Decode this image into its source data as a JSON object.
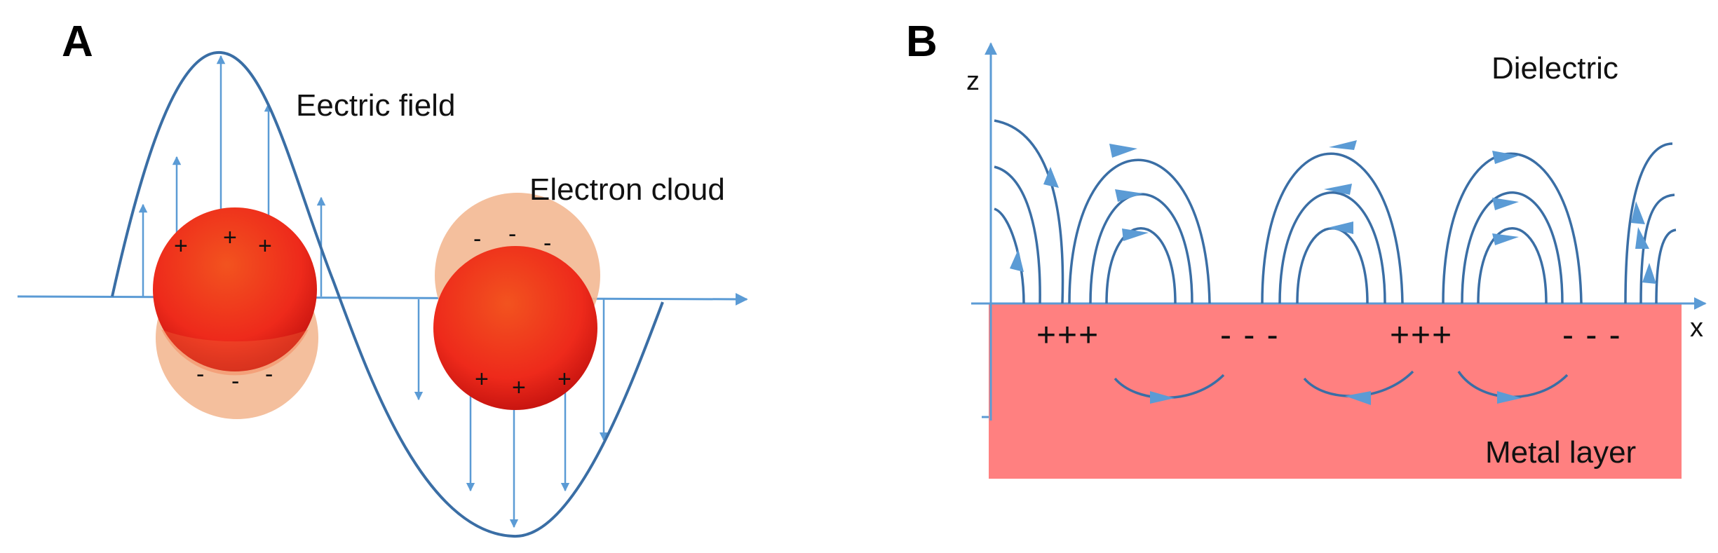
{
  "panels": {
    "a": {
      "letter": "A",
      "field_label": "Eectric field",
      "cloud_label": "Electron cloud",
      "particle_left": {
        "positive": [
          "+",
          "+",
          "+"
        ],
        "negative": [
          "-",
          "-",
          "-"
        ]
      },
      "particle_right": {
        "positive": [
          "+",
          "+",
          "+"
        ],
        "negative": [
          "-",
          "-",
          "-"
        ]
      }
    },
    "b": {
      "letter": "B",
      "z_axis": "z",
      "x_axis": "x",
      "dielectric_label": "Dielectric",
      "metal_label": "Metal layer",
      "charges": [
        "+++",
        "- - -",
        "+++",
        "- - -"
      ]
    }
  },
  "colors": {
    "line": "#3A6EA5",
    "arrow": "#5B9BD5",
    "metal": "#FF8080",
    "particle": "#EE2A1B",
    "cloud": "#F3B892"
  }
}
